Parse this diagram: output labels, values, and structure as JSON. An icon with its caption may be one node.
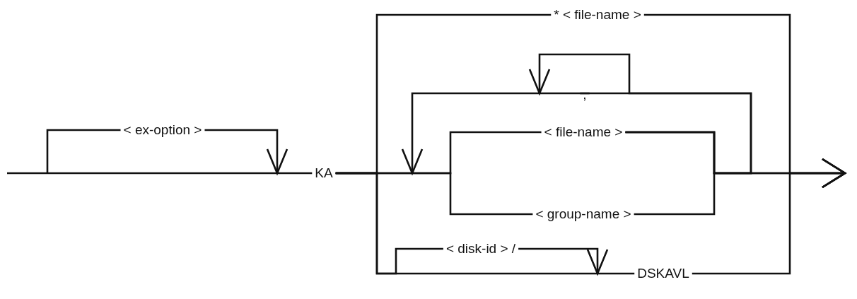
{
  "diagram": {
    "nodes": [
      {
        "text": [
          "< ex-option >"
        ]
      },
      {
        "text": [
          "KA"
        ]
      },
      {
        "text": [
          "* < file-name >"
        ]
      },
      {
        "text": [
          ","
        ]
      },
      {
        "text": [
          "< file-name >"
        ]
      },
      {
        "text": [
          "< group-name >"
        ]
      },
      {
        "text": [
          "< disk-id > /"
        ]
      },
      {
        "text": [
          "DSKAVL"
        ]
      }
    ],
    "edges": [
      {
        "from": null,
        "to": 1,
        "arrow": "none"
      },
      {
        "from": null,
        "to": 0,
        "arrow": "none"
      },
      {
        "from": 0,
        "to": null,
        "arrow": "to"
      },
      {
        "from": 1,
        "to": 2,
        "arrow": "none"
      },
      {
        "from": 1,
        "to": 4,
        "arrow": "none"
      },
      {
        "from": 1,
        "to": 5,
        "arrow": "none"
      },
      {
        "from": 1,
        "to": 7,
        "arrow": "none"
      },
      {
        "from": 1,
        "to": 6,
        "arrow": "none"
      },
      {
        "from": 6,
        "to": null,
        "arrow": "to"
      },
      {
        "from": 2,
        "to": null,
        "arrow": "to"
      },
      {
        "from": 4,
        "to": null,
        "arrow": "to"
      },
      {
        "from": 5,
        "to": null,
        "arrow": "to"
      },
      {
        "from": 7,
        "to": null,
        "arrow": "to"
      },
      {
        "from": 4,
        "to": 3,
        "arrow": "none"
      },
      {
        "from": 3,
        "to": null,
        "arrow": "to"
      },
      {
        "from": 4,
        "to": null,
        "arrow": "to"
      }
    ]
  }
}
